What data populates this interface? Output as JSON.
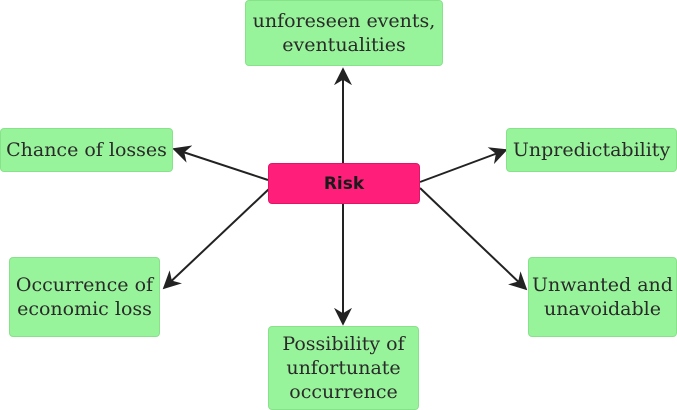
{
  "diagram": {
    "center": "Risk",
    "nodes": {
      "top": "unforeseen events,\neventualities",
      "left": "Chance of losses",
      "right": "Unpredictability",
      "bottom_left": "Occurrence of\neconomic loss",
      "bottom_right": "Unwanted and\nunavoidable",
      "bottom": "Possibility of\nunfortunate\noccurrence"
    },
    "colors": {
      "node_fill": "#98f49a",
      "center_fill": "#ff1f7a",
      "arrow": "#222222"
    }
  }
}
